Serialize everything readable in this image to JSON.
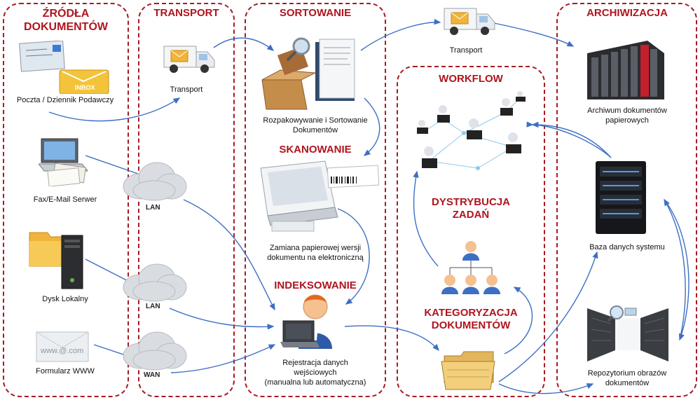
{
  "columns": {
    "sources": "ŹRÓDŁA DOKUMENTÓW",
    "transport": "TRANSPORT",
    "sorting": "SORTOWANIE",
    "workflow": "WORKFLOW",
    "archive": "ARCHIWIZACJA"
  },
  "steps": {
    "scanning": "SKANOWANIE",
    "indexing": "INDEKSOWANIE",
    "distribution_line1": "DYSTRYBUCJA",
    "distribution_line2": "ZADAŃ",
    "categorization_line1": "KATEGORYZACJA",
    "categorization_line2": "DOKUMENTÓW"
  },
  "labels": {
    "mail": "Poczta / Dziennik Podawczy",
    "fax": "Fax/E-Mail Serwer",
    "disk": "Dysk Lokalny",
    "www": "Formularz WWW",
    "transport_1": "Transport",
    "transport_2": "Transport",
    "unpack_line1": "Rozpakowywanie i Sortowanie",
    "unpack_line2": "Dokumentów",
    "scan_line1": "Zamiana papierowej wersji",
    "scan_line2": "dokumentu na elektroniczną",
    "reg_line1": "Rejestracja danych",
    "reg_line2": "wejściowych",
    "reg_line3": "(manualna lub automatyczna)",
    "archive_line1": "Archiwum dokumentów",
    "archive_line2": "papierowych",
    "db": "Baza danych systemu",
    "repo_line1": "Repozytorium obrazów",
    "repo_line2": "dokumentów"
  },
  "networks": {
    "lan1": "LAN",
    "lan2": "LAN",
    "wan": "WAN"
  },
  "icon_texts": {
    "inbox": "INBOX",
    "www_envelope": "www.@.com"
  },
  "colors": {
    "accent": "#b0141e",
    "arrow": "#3d6fc4"
  }
}
